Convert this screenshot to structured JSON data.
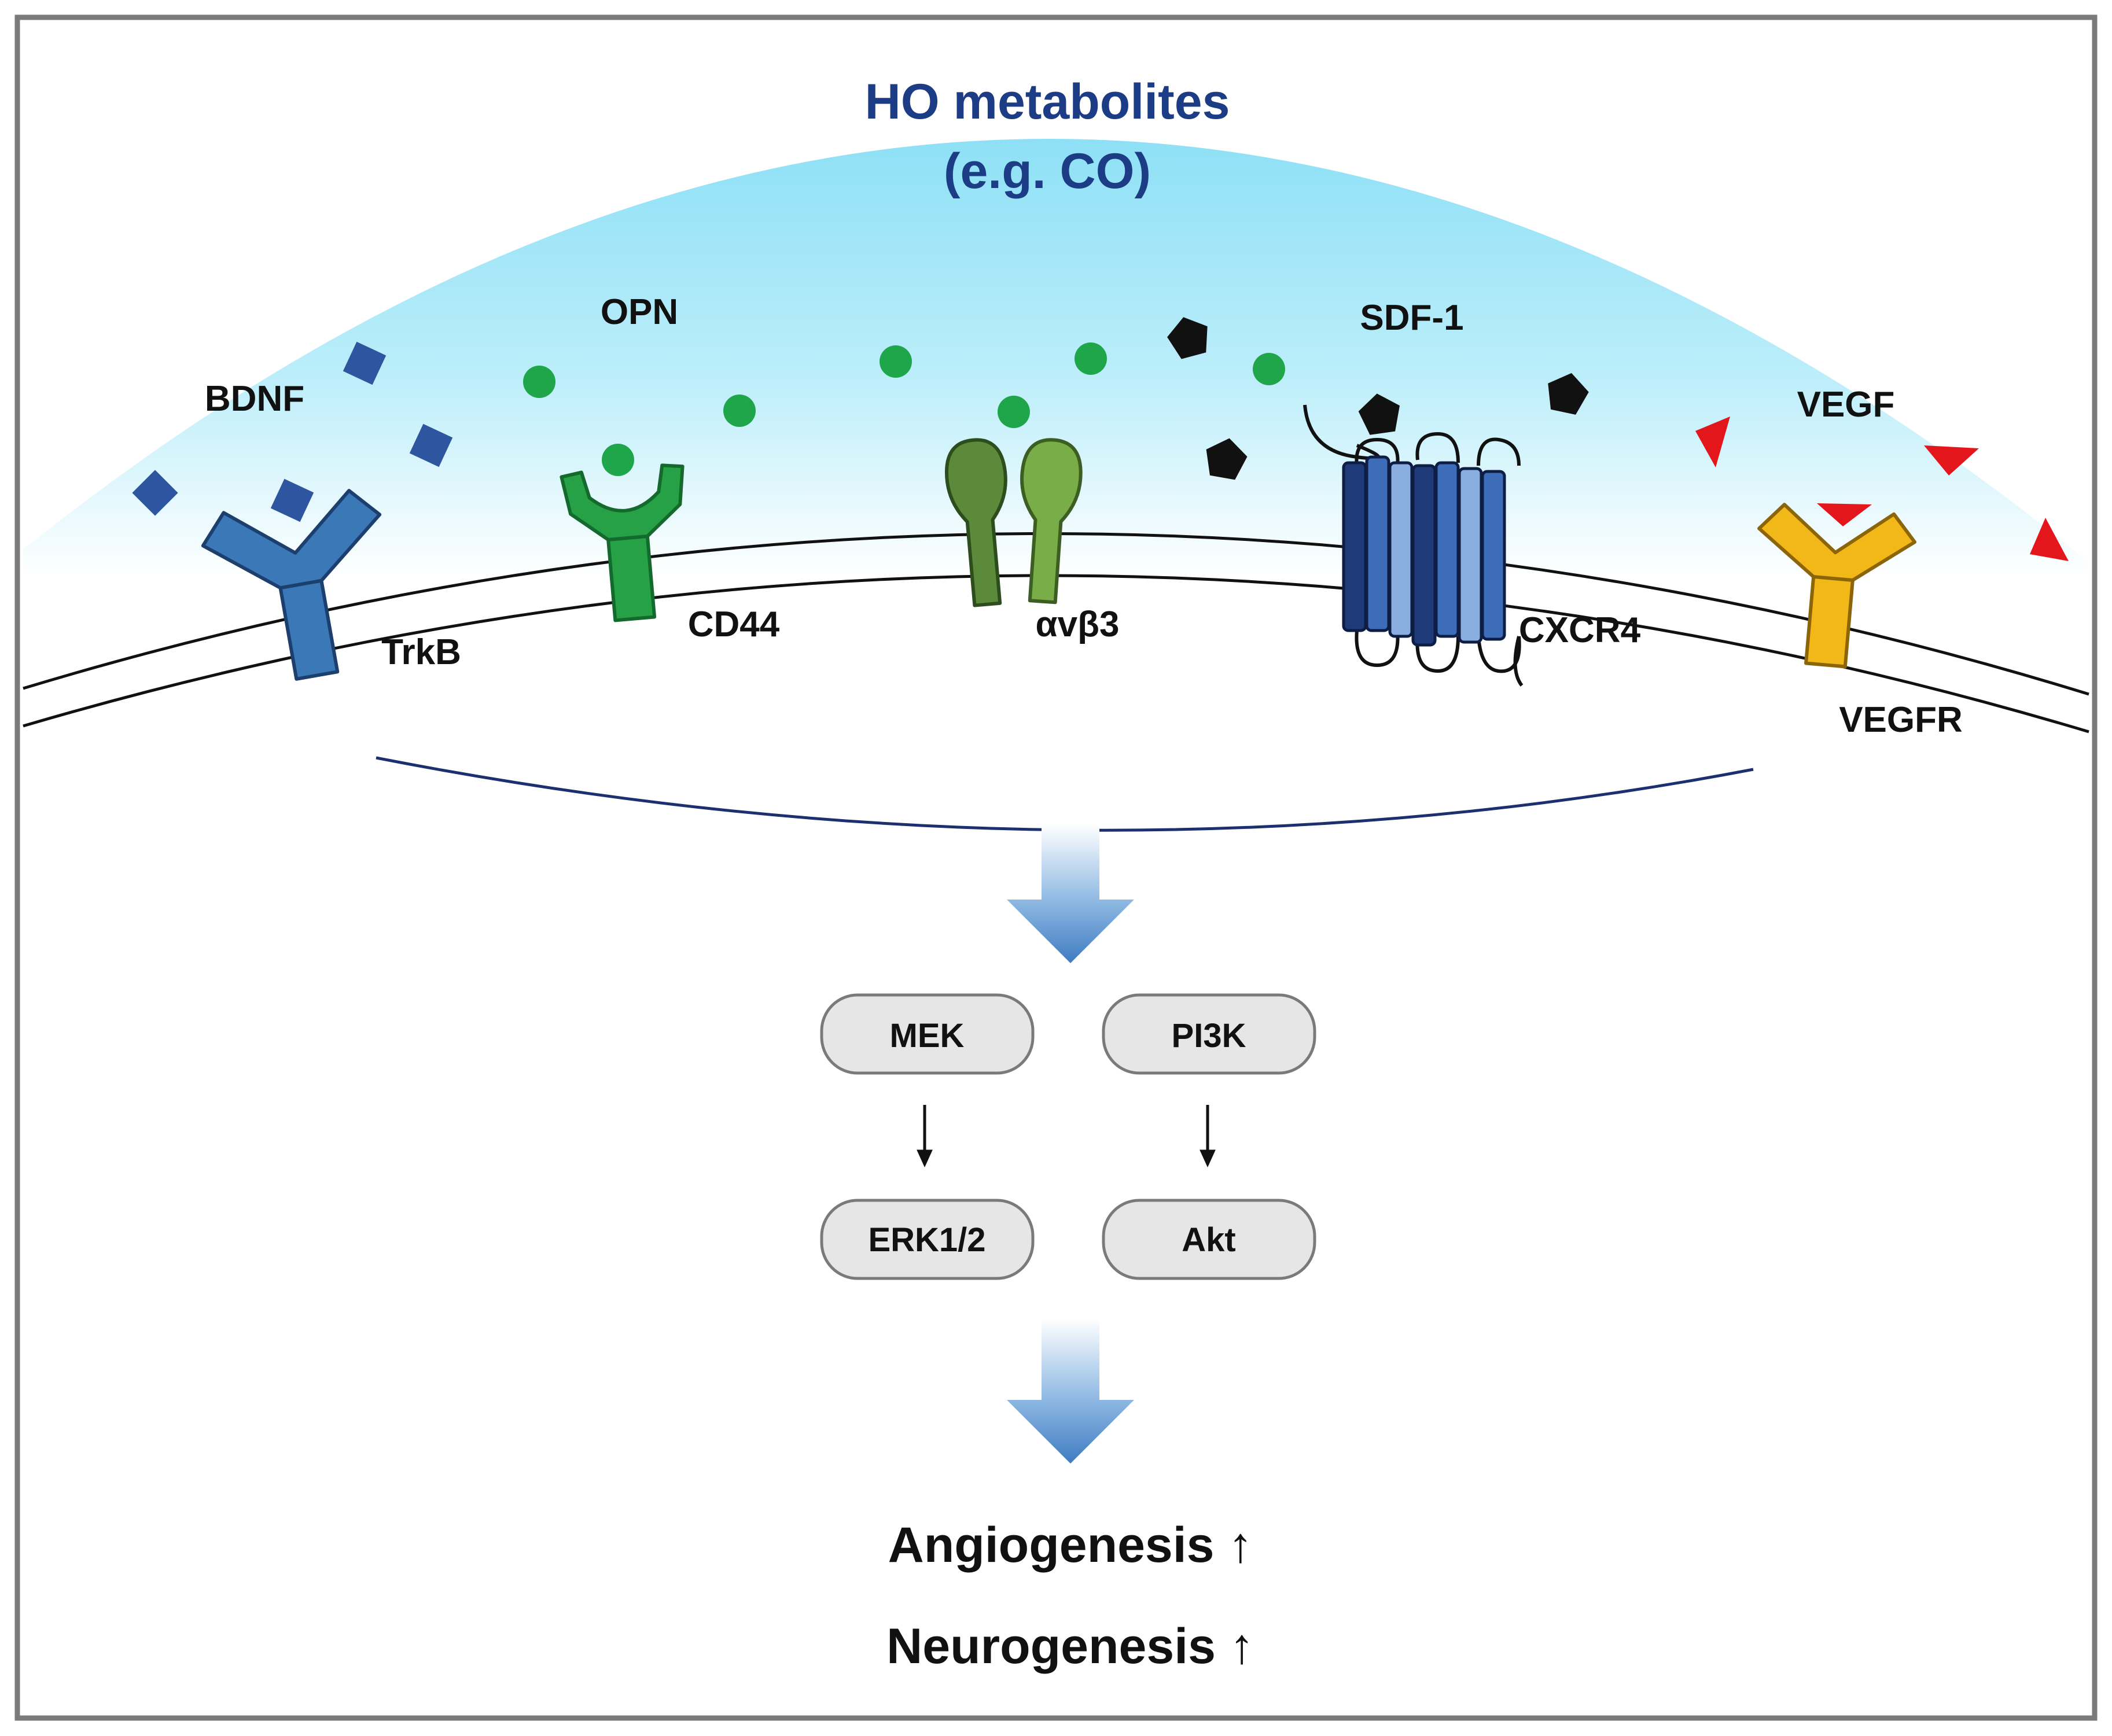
{
  "title": {
    "line1": "HO metabolites",
    "line2": "(e.g. CO)"
  },
  "ligands": {
    "bdnf": "BDNF",
    "opn": "OPN",
    "sdf1": "SDF-1",
    "vegf": "VEGF"
  },
  "receptors": {
    "trkb": "TrkB",
    "cd44": "CD44",
    "avb3": "αvβ3",
    "cxcr4": "CXCR4",
    "vegfr": "VEGFR"
  },
  "pathway": {
    "mek": "MEK",
    "pi3k": "PI3K",
    "erk": "ERK1/2",
    "akt": "Akt"
  },
  "outcomes": {
    "angiogenesis": "Angiogenesis ↑",
    "neurogenesis": "Neurogenesis ↑"
  },
  "colors": {
    "extracellular": "#a9e6f7",
    "bdnf": "#2e55a0",
    "trkb": "#3a78b8",
    "opn": "#1fa64a",
    "cd44": "#26a146",
    "avb3_a": "#5a8a3a",
    "avb3_b": "#78ad48",
    "sdf1": "#111111",
    "vegf": "#e3161b",
    "vegfr": "#f2b818",
    "title": "#1c3d86",
    "node_fill": "#e6e6e6",
    "arrow": "#4a86c6"
  }
}
